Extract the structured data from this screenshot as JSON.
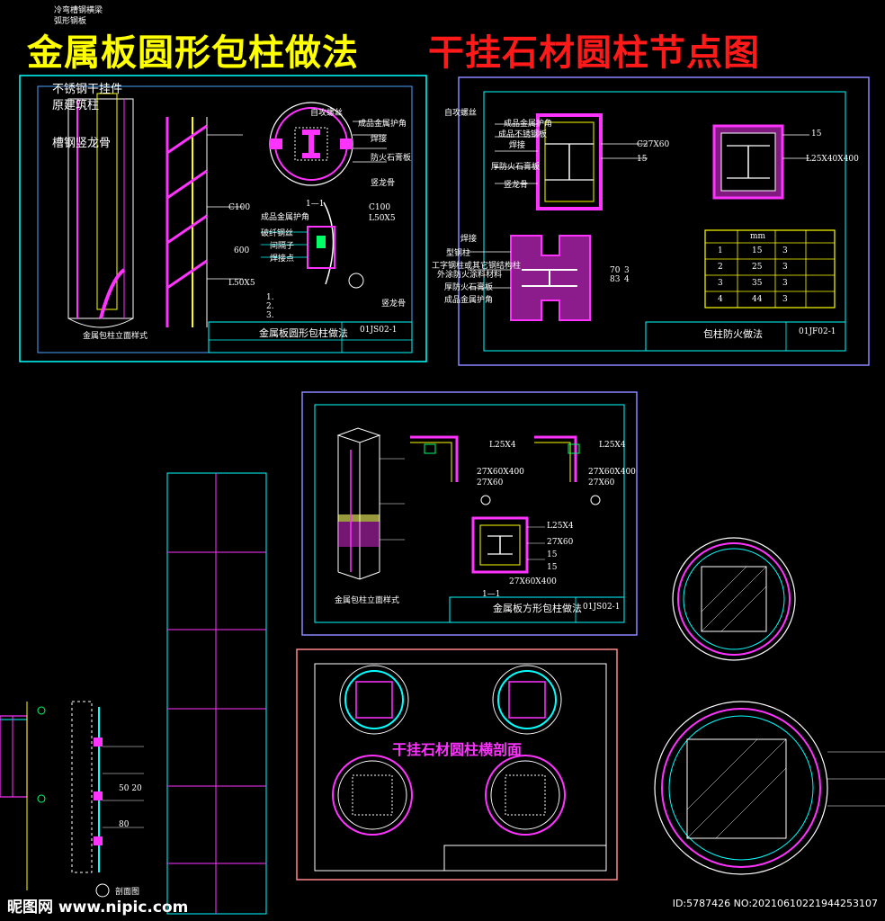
{
  "titles": {
    "left": "金属板圆形包柱做法",
    "right": "干挂石材圆柱节点图"
  },
  "panel_top_left": {
    "labels_top": [
      "冷弯槽钢横梁",
      "弧形钢板"
    ],
    "labels_left": [
      "不锈钢干挂件",
      "原建筑柱",
      "槽钢竖龙骨"
    ],
    "section_labels": [
      "自攻螺丝",
      "成品金属护角",
      "焊接",
      "防火石膏板",
      "竖龙骨"
    ],
    "dims": [
      "C100",
      "L50X5",
      "600"
    ],
    "detail_labels": [
      "成品金属护角",
      "破纤钢丝",
      "间隔子",
      "焊接点",
      "C100",
      "L50X5"
    ],
    "section_mark": "1—1",
    "notes": [
      "1.",
      "2.",
      "3."
    ],
    "bottom_label": "竖龙骨",
    "caption": "金属包柱立面样式",
    "title_block": "金属板圆形包柱做法",
    "sheet_no": "01JS02-1"
  },
  "panel_top_right": {
    "labels": [
      "自攻螺丝",
      "成品金属护角",
      "成品不锈钢板",
      "焊接",
      "厚防火石膏板",
      "竖龙骨",
      "焊接",
      "型钢柱",
      "工字钢柱或其它钢结构柱",
      "外涂防火涂料材料",
      "厚防火石膏板",
      "成品金属护角"
    ],
    "dims": [
      "C27X60",
      "15",
      "15",
      "L25X40X400",
      "70",
      "83",
      "3",
      "4"
    ],
    "table_header": "mm",
    "table_rows": [
      [
        "1",
        "15",
        "3"
      ],
      [
        "2",
        "25",
        "3"
      ],
      [
        "3",
        "35",
        "3"
      ],
      [
        "4",
        "44",
        "3"
      ]
    ],
    "title_block": "包柱防火做法",
    "sheet_no": "01JF02-1"
  },
  "panel_middle": {
    "dims": [
      "L25X4",
      "27X60X400",
      "27X60",
      "L25X4",
      "27X60X400",
      "27X60",
      "L25X4",
      "27X60",
      "15",
      "15",
      "27X60X400"
    ],
    "section_mark": "1—1",
    "caption": "金属包柱立面样式",
    "title_block": "金属板方形包柱做法",
    "sheet_no": "01JS02-1"
  },
  "panel_bottom": {
    "heading": "干挂石材圆柱横剖面",
    "dims": [
      "50 20",
      "80"
    ],
    "caption": "剖面图"
  },
  "watermark": {
    "site": "昵图网 www.nipic.com",
    "id": "ID:5787426 NO:20210610221944253107"
  },
  "colors": {
    "background": "#000000",
    "title_left": "#ffff00",
    "title_right": "#ff1a1a",
    "frame": "#00ffff",
    "accent": "#ff33ff",
    "hatch": "#ffffff",
    "yellow_line": "#ffff00"
  }
}
